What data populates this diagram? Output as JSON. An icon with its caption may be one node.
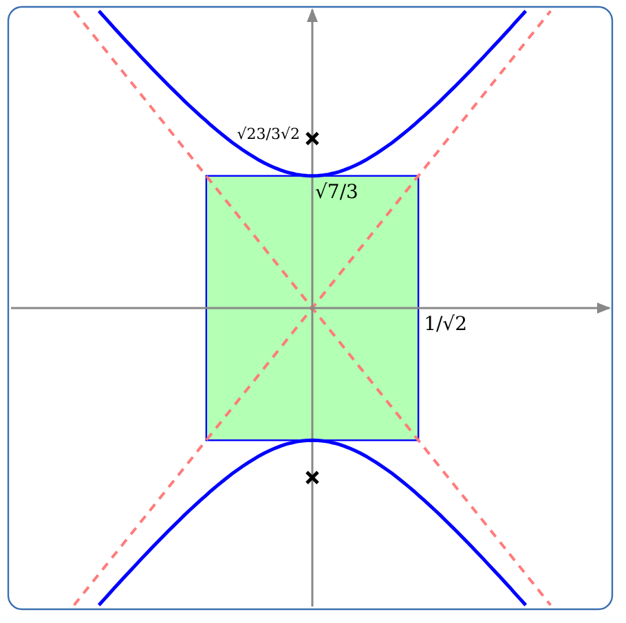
{
  "diagram": {
    "labels": [
      "√23/3√2",
      "√7/3",
      "1/√2"
    ]
  }
}
